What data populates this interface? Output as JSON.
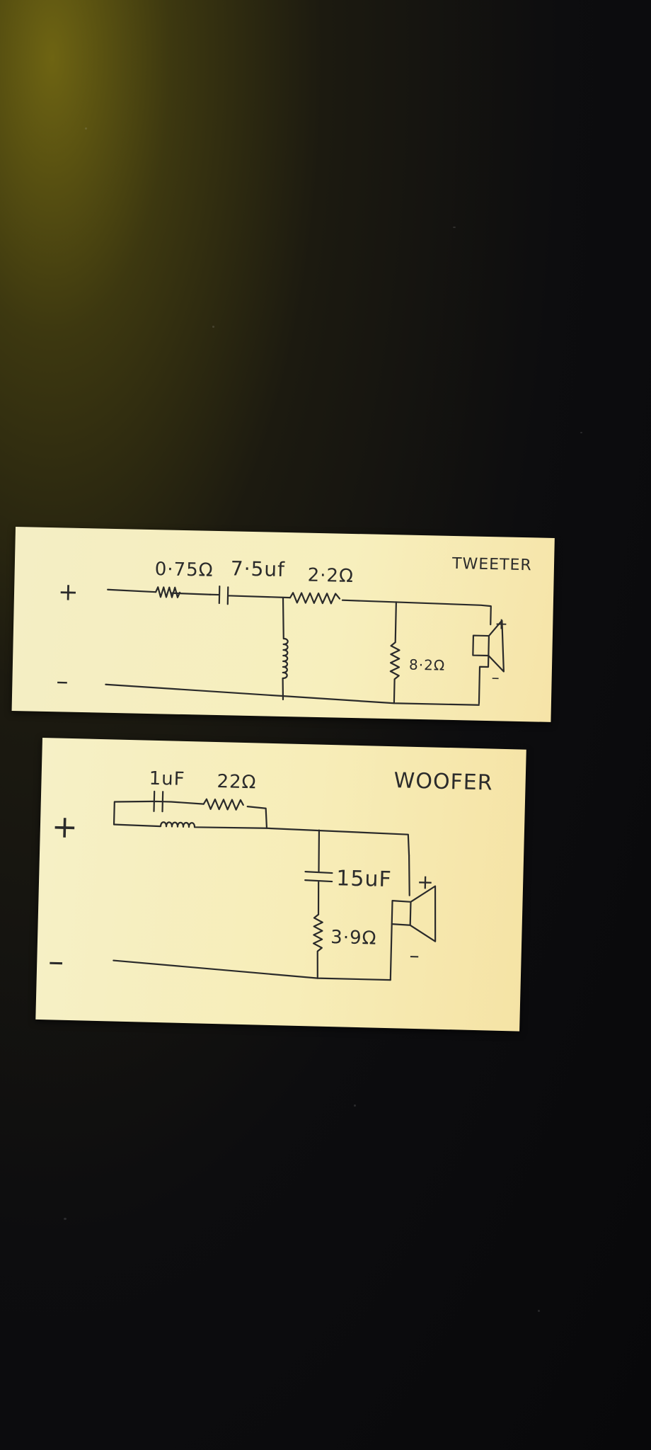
{
  "tweeter": {
    "title": "TWEETER",
    "plus": "+",
    "minus": "–",
    "r1": "0·75Ω",
    "c1": "7·5uf",
    "r2": "2·2Ω",
    "r3": "8·2Ω",
    "spk_plus": "+",
    "spk_minus": "–"
  },
  "woofer": {
    "title": "WOOFER",
    "plus": "+",
    "minus": "–",
    "c1": "1uF",
    "r1": "22Ω",
    "c2": "15uF",
    "r2": "3·9Ω",
    "spk_plus": "+",
    "spk_minus": "–"
  },
  "colors": {
    "paper": "#f6efbe",
    "ink": "#2a2a2a",
    "background": "#0d0d0f"
  }
}
